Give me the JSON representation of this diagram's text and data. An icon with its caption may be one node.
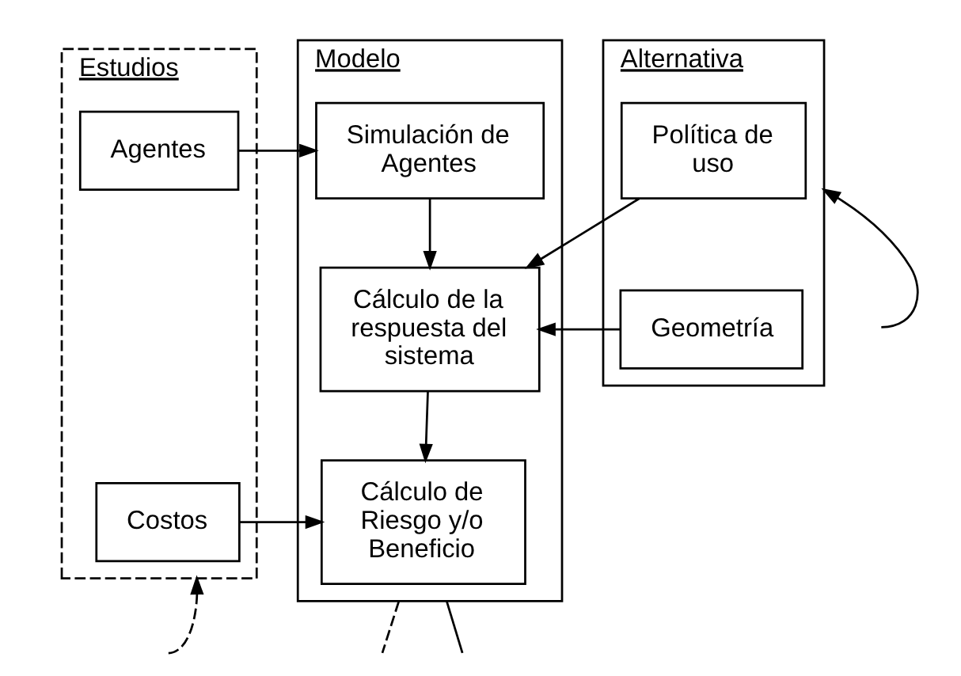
{
  "diagram": {
    "nodes": [
      {
        "text": [
          "Estudios"
        ]
      },
      {
        "text": [
          "Agentes"
        ],
        "in": 0
      },
      {
        "text": [
          "Costos"
        ],
        "in": 0
      },
      {
        "text": [
          "Modelo"
        ]
      },
      {
        "text": [
          "Simulación de Agentes"
        ],
        "in": 3
      },
      {
        "text": [
          "Cálculo de la respuesta del sistema"
        ],
        "in": 3
      },
      {
        "text": [
          "Cálculo de Riesgo y/o Beneficio"
        ],
        "in": 3
      },
      {
        "text": [
          "Alternativa"
        ]
      },
      {
        "text": [
          "Geometría"
        ],
        "in": 7
      },
      {
        "text": [
          "Política de uso"
        ],
        "in": 7
      }
    ],
    "edges": [
      {
        "from": 1,
        "to": 4,
        "arrow": "to"
      },
      {
        "from": 4,
        "to": 5,
        "arrow": "to"
      },
      {
        "from": 8,
        "to": 5,
        "arrow": "to"
      },
      {
        "from": 9,
        "to": 5,
        "arrow": "to"
      },
      {
        "from": 5,
        "to": 6,
        "arrow": "to"
      },
      {
        "from": 2,
        "to": 6,
        "arrow": "to"
      },
      {
        "from": null,
        "to": 0,
        "arrow": "to",
        "style": "dashed"
      },
      {
        "from": 3,
        "to": null,
        "arrow": "none",
        "style": "dashed"
      },
      {
        "from": 3,
        "to": null,
        "arrow": "none"
      },
      {
        "from": null,
        "to": 7,
        "arrow": "to"
      }
    ]
  }
}
